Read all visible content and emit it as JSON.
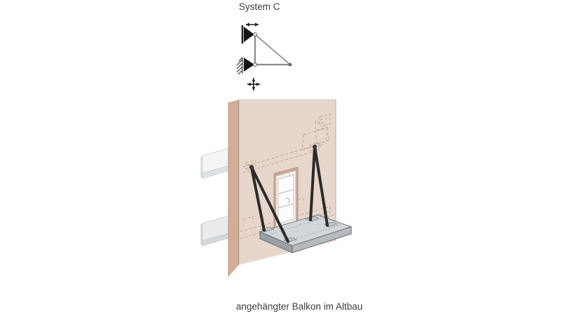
{
  "figure": {
    "title": "System C",
    "caption": "angehängter Balkon im Altbau",
    "background_color": "#ffffff"
  },
  "static_system": {
    "name": "System C",
    "description_label": "System C",
    "members": [
      {
        "name": "vertical-member",
        "from": "top-support",
        "to": "bottom-support"
      },
      {
        "name": "horizontal-member",
        "from": "bottom-support",
        "to": "free-end"
      },
      {
        "name": "diagonal-member",
        "from": "top-support",
        "to": "free-end"
      }
    ],
    "supports": [
      {
        "name": "top-support",
        "type": "roller-support",
        "icon": "triangle-support-icon",
        "motion_indicator": "horizontal-double-arrow",
        "motion_label": "horizontal"
      },
      {
        "name": "bottom-support",
        "type": "hatched-pin-support",
        "icon": "triangle-hatched-support-icon",
        "motion_indicator": "four-way-arrow",
        "motion_label": "all directions"
      }
    ],
    "joints": [
      {
        "name": "joint-top",
        "type": "pin-joint"
      },
      {
        "name": "joint-bottom",
        "type": "pin-joint"
      },
      {
        "name": "joint-free-end",
        "type": "pin-joint"
      }
    ],
    "colors": {
      "member_line": "#808080",
      "support_fill": "#111111",
      "joint_fill": "#ffffff"
    }
  },
  "illustration": {
    "name": "suspended balcony isometric drawing",
    "building": {
      "wall_left_face_color": "#d3ab97",
      "wall_right_face_color": "#e7d6cb",
      "wall_edge_color": "#8e8577"
    },
    "balcony": {
      "name": "suspended balcony slab",
      "top_face_color": "#d3d6d8",
      "front_face_color": "#9aa0a4",
      "side_face_color": "#b5babd",
      "outline_color": "#5e6468"
    },
    "floor_slabs": [
      {
        "name": "upper-floor-slab",
        "top_face_color": "#f2f3f4",
        "edge_color": "#c9cdd0"
      },
      {
        "name": "lower-floor-slab",
        "top_face_color": "#e8eaec",
        "edge_color": "#c9cdd0"
      }
    ],
    "suspension_rods": [
      {
        "name": "rod-left-vertical",
        "color": "#2b2b2b"
      },
      {
        "name": "rod-left-diagonal",
        "color": "#2b2b2b"
      },
      {
        "name": "rod-right-vertical",
        "color": "#2b2b2b"
      },
      {
        "name": "rod-right-diagonal",
        "color": "#2b2b2b"
      }
    ],
    "anchors": [
      {
        "name": "wall-anchor-left",
        "type": "hidden-anchor",
        "line_style": "dashed"
      },
      {
        "name": "wall-anchor-right",
        "type": "hidden-anchor",
        "line_style": "dashed"
      },
      {
        "name": "slab-anchor-left",
        "type": "base-plate"
      },
      {
        "name": "slab-anchor-mid",
        "type": "base-plate"
      },
      {
        "name": "slab-anchor-right",
        "type": "base-plate"
      }
    ],
    "window": {
      "name": "facade-window",
      "frame_color": "#f4f0ec",
      "glass_color": "#fbfcfc",
      "reveal_color": "#c9a894",
      "panes": 3,
      "handle": "window-handle"
    },
    "hidden_lines": {
      "name": "hidden-detail-lines",
      "style": "dashed",
      "color": "#b79d8e"
    }
  }
}
